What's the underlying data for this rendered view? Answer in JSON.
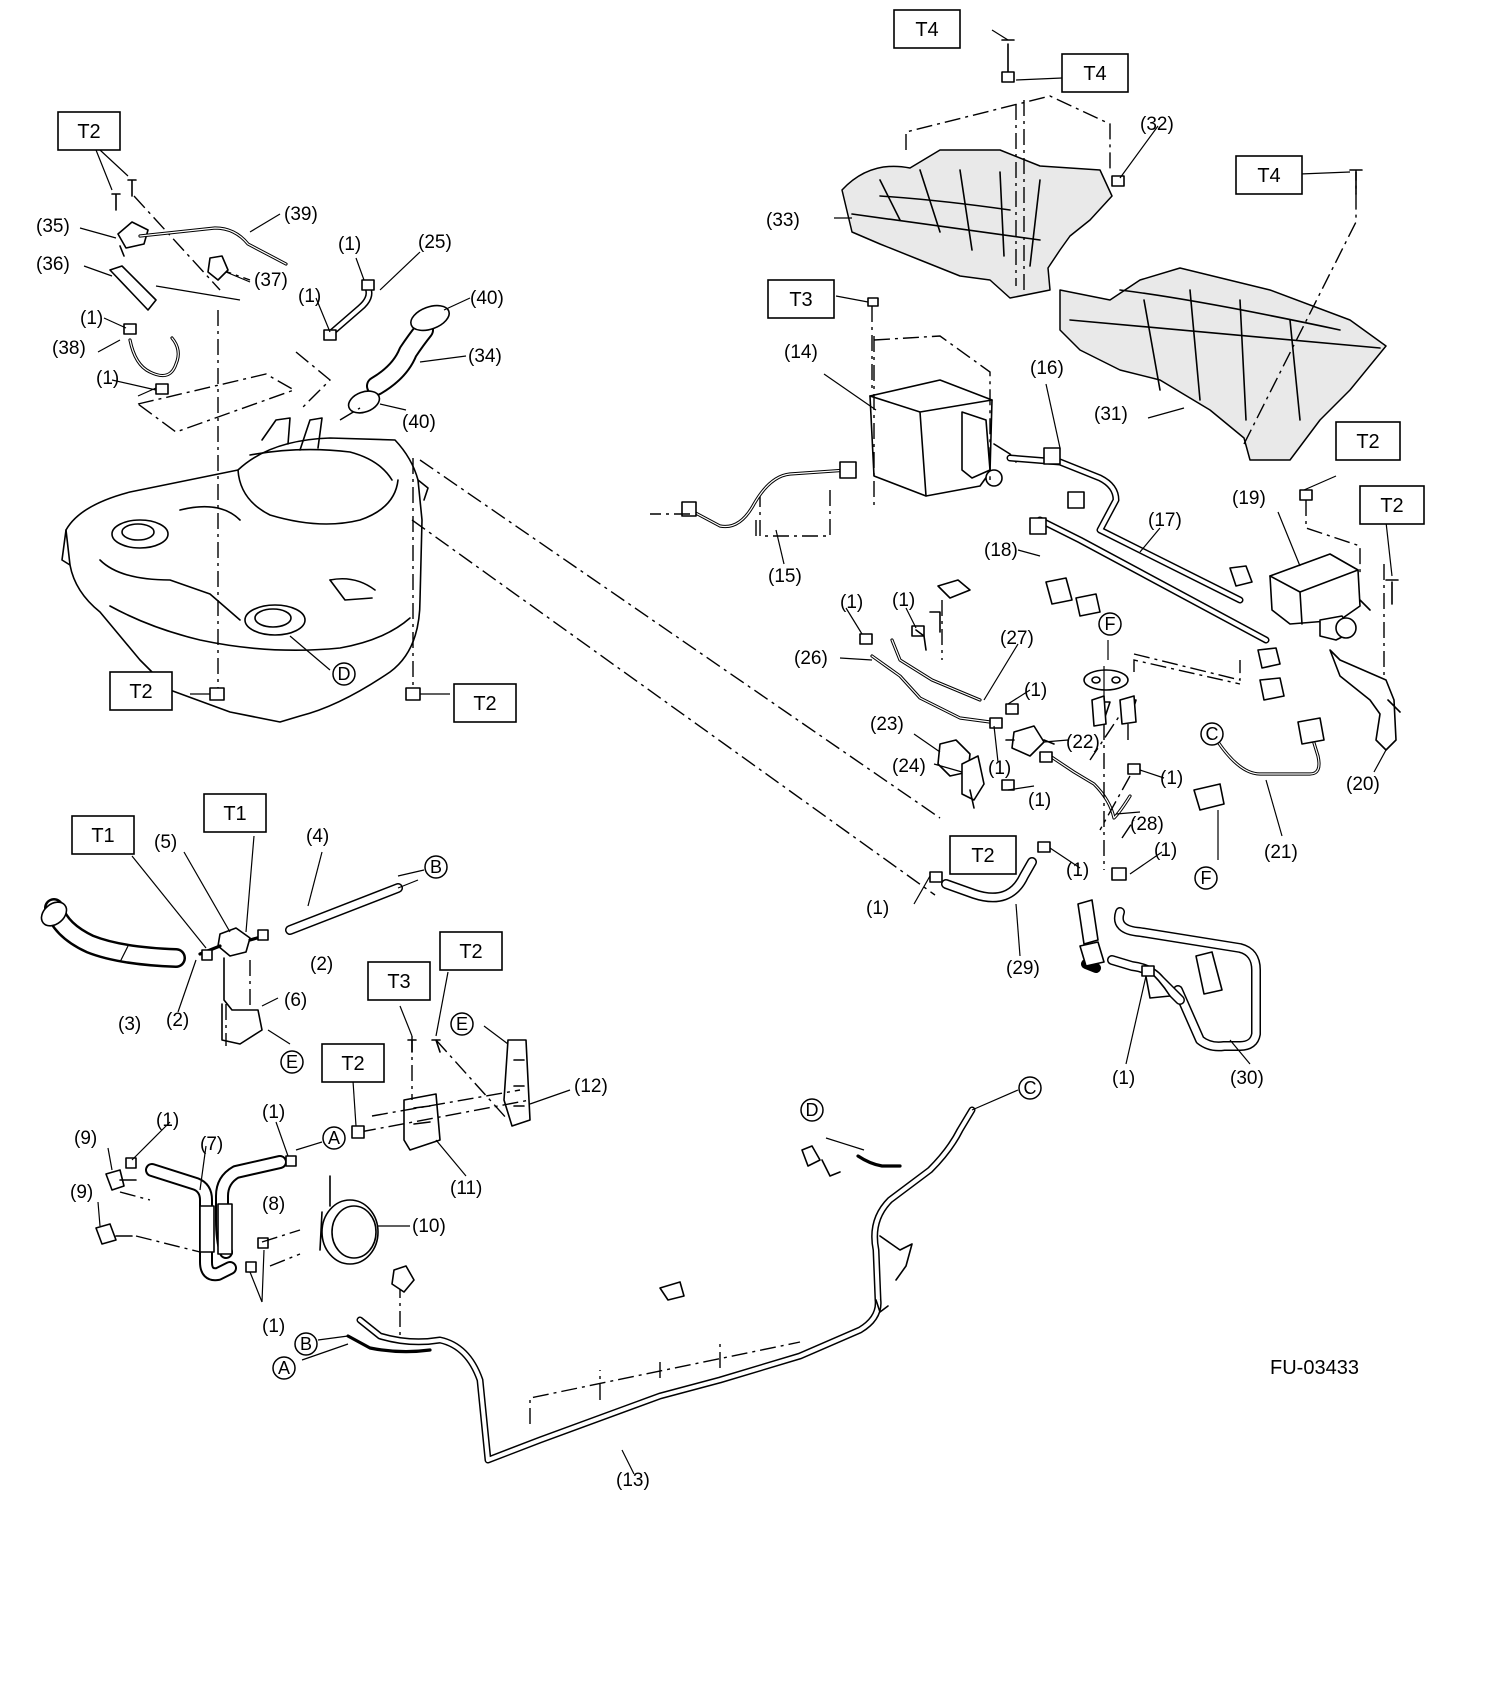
{
  "figure_id": "FU-03433",
  "torque_tags": {
    "t2_filler_bracket": "T2",
    "t2_tank_left": "T2",
    "t2_tank_right": "T2",
    "t1_left": "T1",
    "t1_right": "T1",
    "t2_mid_bracket": "T2",
    "t3_mid_bracket": "T3",
    "t2_lower_left": "T2",
    "t4_top": "T4",
    "t4_second": "T4",
    "t4_right": "T4",
    "t3_canister": "T3",
    "t2_valve_upper": "T2",
    "t2_valve_right": "T2",
    "t2_center": "T2"
  },
  "connectors": {
    "a": "A",
    "b": "B",
    "c": "C",
    "d": "D",
    "e": "E",
    "f": "F"
  },
  "part_labels": {
    "p1": "(1)",
    "p2": "(2)",
    "p3": "(3)",
    "p4": "(4)",
    "p5": "(5)",
    "p6": "(6)",
    "p7": "(7)",
    "p8": "(8)",
    "p9": "(9)",
    "p10": "(10)",
    "p11": "(11)",
    "p12": "(12)",
    "p13": "(13)",
    "p14": "(14)",
    "p15": "(15)",
    "p16": "(16)",
    "p17": "(17)",
    "p18": "(18)",
    "p19": "(19)",
    "p20": "(20)",
    "p21": "(21)",
    "p22": "(22)",
    "p23": "(23)",
    "p24": "(24)",
    "p25": "(25)",
    "p26": "(26)",
    "p27": "(27)",
    "p28": "(28)",
    "p29": "(29)",
    "p30": "(30)",
    "p31": "(31)",
    "p32": "(32)",
    "p33": "(33)",
    "p34": "(34)",
    "p35": "(35)",
    "p36": "(36)",
    "p37": "(37)",
    "p38": "(38)",
    "p39": "(39)",
    "p40": "(40)"
  }
}
